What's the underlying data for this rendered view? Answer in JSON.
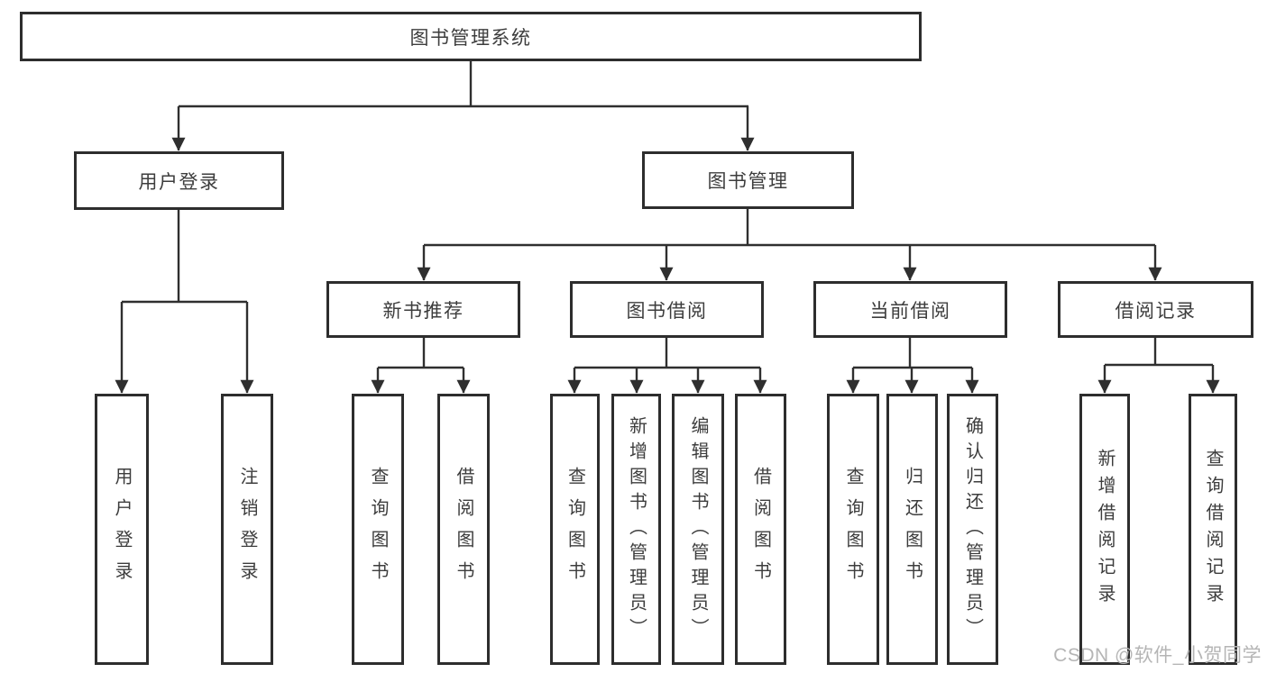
{
  "tree": {
    "root": {
      "label": "图书管理系统"
    },
    "children": [
      {
        "label": "用户登录",
        "children": [
          {
            "label": "用户登录"
          },
          {
            "label": "注销登录"
          }
        ]
      },
      {
        "label": "图书管理",
        "children": [
          {
            "label": "新书推荐",
            "children": [
              {
                "label": "查询图书"
              },
              {
                "label": "借阅图书"
              }
            ]
          },
          {
            "label": "图书借阅",
            "children": [
              {
                "label": "查询图书"
              },
              {
                "label": "新增图书（管理员）"
              },
              {
                "label": "编辑图书（管理员）"
              },
              {
                "label": "借阅图书"
              }
            ]
          },
          {
            "label": "当前借阅",
            "children": [
              {
                "label": "查询图书"
              },
              {
                "label": "归还图书"
              },
              {
                "label": "确认归还（管理员）"
              }
            ]
          },
          {
            "label": "借阅记录",
            "children": [
              {
                "label": "新增借阅记录"
              },
              {
                "label": "查询借阅记录"
              }
            ]
          }
        ]
      }
    ]
  },
  "line_color": "#2f2f2f",
  "watermark": "CSDN @软件_小贺同学"
}
